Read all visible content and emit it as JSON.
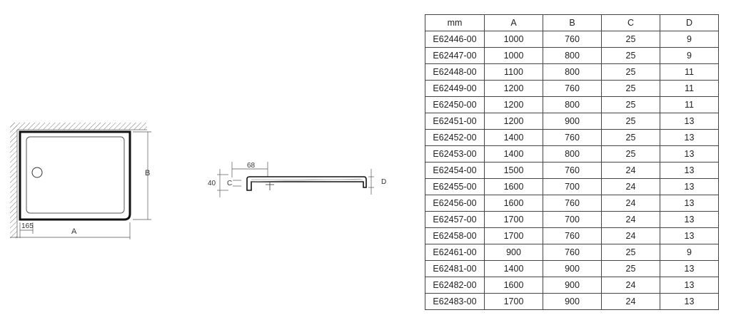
{
  "plan": {
    "dim_b": "B",
    "dim_a": "A",
    "dim_165": "165"
  },
  "section": {
    "dim_68": "68",
    "dim_40": "40",
    "dim_c": "C",
    "dim_d": "D"
  },
  "table": {
    "headers": [
      "mm",
      "A",
      "B",
      "C",
      "D"
    ],
    "rows": [
      [
        "E62446-00",
        "1000",
        "760",
        "25",
        "9"
      ],
      [
        "E62447-00",
        "1000",
        "800",
        "25",
        "9"
      ],
      [
        "E62448-00",
        "1100",
        "800",
        "25",
        "11"
      ],
      [
        "E62449-00",
        "1200",
        "760",
        "25",
        "11"
      ],
      [
        "E62450-00",
        "1200",
        "800",
        "25",
        "11"
      ],
      [
        "E62451-00",
        "1200",
        "900",
        "25",
        "13"
      ],
      [
        "E62452-00",
        "1400",
        "760",
        "25",
        "13"
      ],
      [
        "E62453-00",
        "1400",
        "800",
        "25",
        "13"
      ],
      [
        "E62454-00",
        "1500",
        "760",
        "24",
        "13"
      ],
      [
        "E62455-00",
        "1600",
        "700",
        "24",
        "13"
      ],
      [
        "E62456-00",
        "1600",
        "760",
        "24",
        "13"
      ],
      [
        "E62457-00",
        "1700",
        "700",
        "24",
        "13"
      ],
      [
        "E62458-00",
        "1700",
        "760",
        "24",
        "13"
      ],
      [
        "E62461-00",
        "900",
        "760",
        "25",
        "9"
      ],
      [
        "E62481-00",
        "1400",
        "900",
        "25",
        "13"
      ],
      [
        "E62482-00",
        "1600",
        "900",
        "24",
        "13"
      ],
      [
        "E62483-00",
        "1700",
        "900",
        "24",
        "13"
      ]
    ]
  }
}
